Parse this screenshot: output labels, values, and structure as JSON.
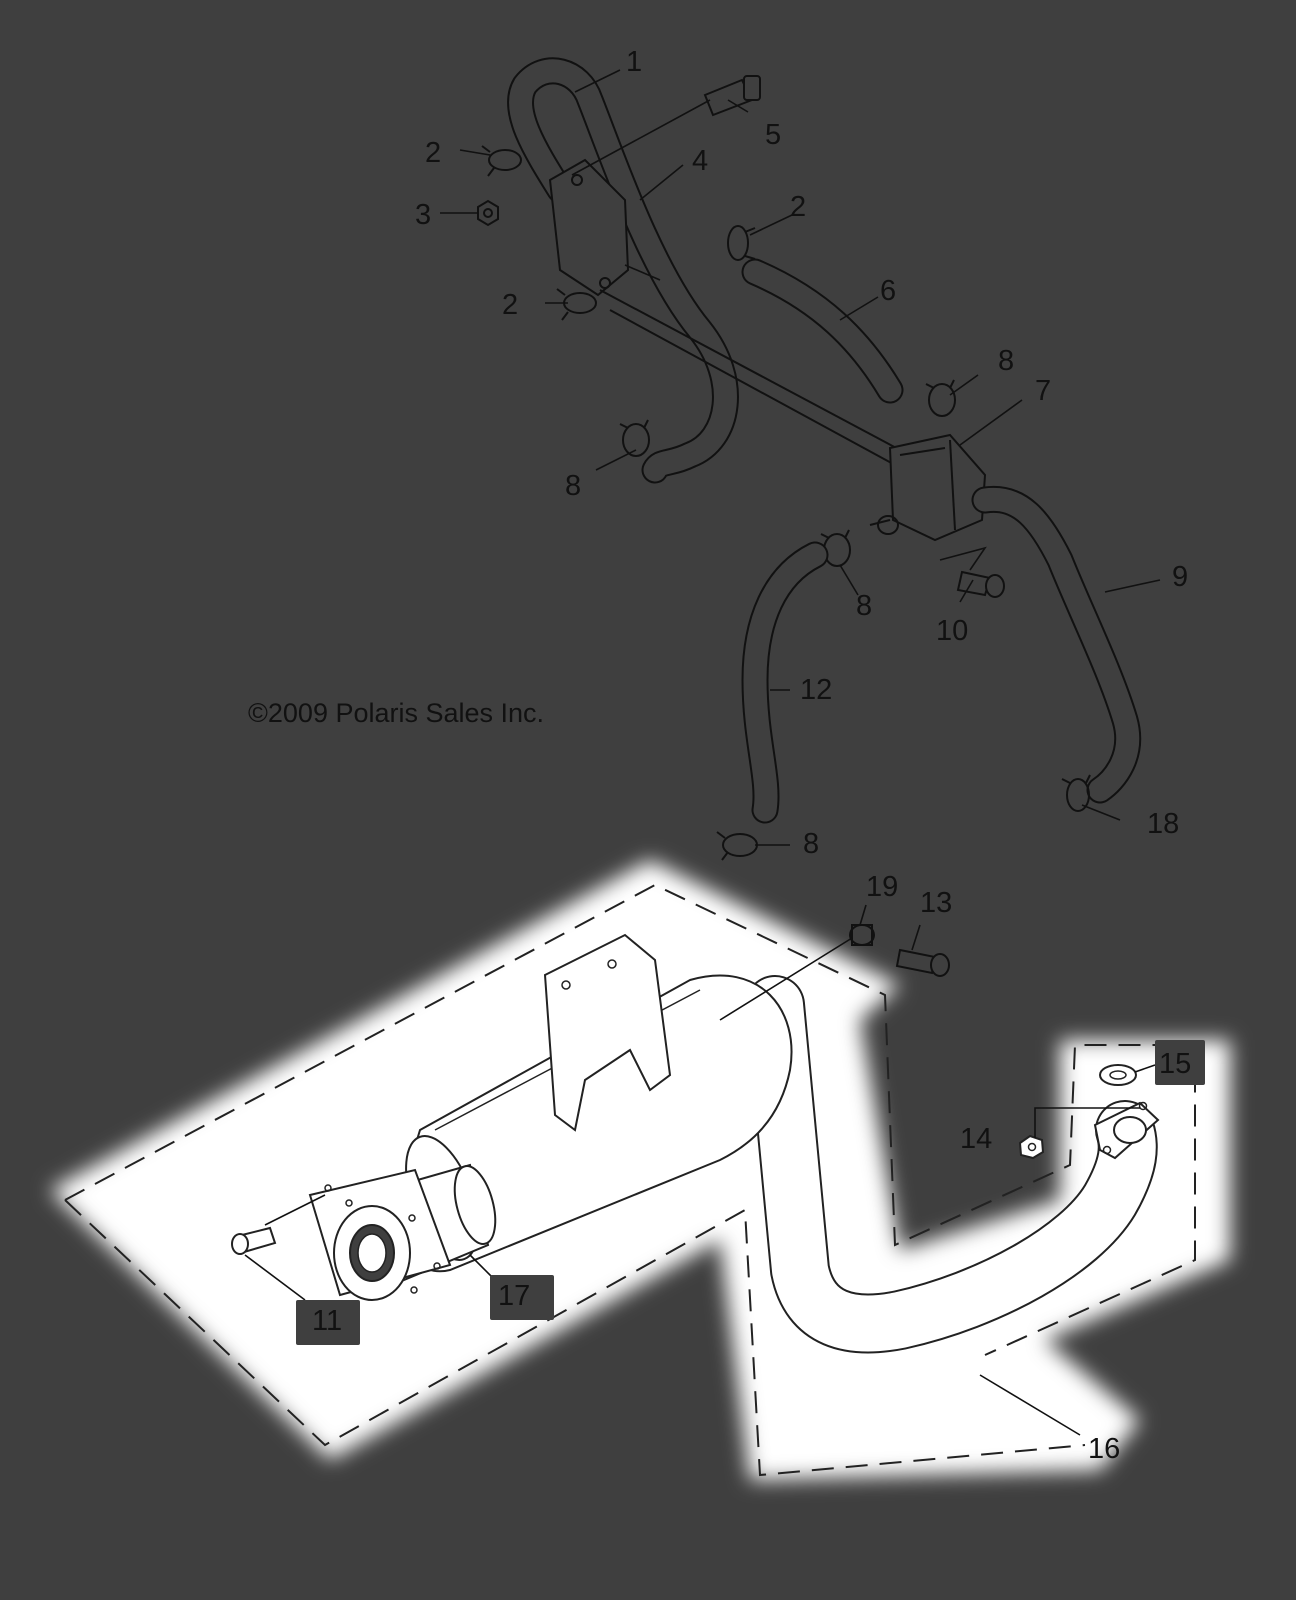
{
  "copyright": "©2009 Polaris Sales Inc.",
  "callouts": {
    "c1": "1",
    "c2a": "2",
    "c2b": "2",
    "c2c": "2",
    "c3": "3",
    "c4": "4",
    "c5": "5",
    "c6": "6",
    "c7": "7",
    "c8a": "8",
    "c8b": "8",
    "c8c": "8",
    "c8d": "8",
    "c9": "9",
    "c10": "10",
    "c11": "11",
    "c12": "12",
    "c13": "13",
    "c14": "14",
    "c15": "15",
    "c16": "16",
    "c17": "17",
    "c18": "18",
    "c19": "19"
  },
  "colors": {
    "background": "#3f3f3f",
    "highlight": "#ffffff",
    "label_box": "#3f3f3f",
    "line_art": "#111111"
  }
}
